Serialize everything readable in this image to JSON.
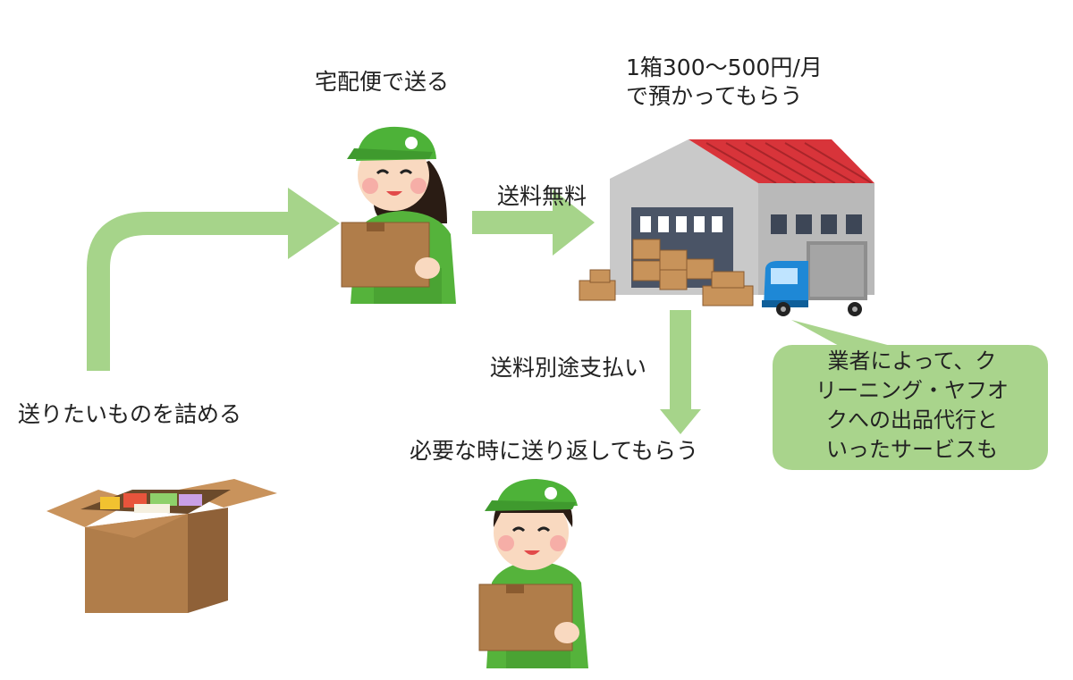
{
  "labels": {
    "pack": "送りたいものを詰める",
    "send_by_courier": "宅配便で送る",
    "shipping_free": "送料無料",
    "storage_price_line1": "1箱300〜500円/月",
    "storage_price_line2": "で預かってもらう",
    "shipping_paid": "送料別途支払い",
    "return_when_needed": "必要な時に送り返してもらう"
  },
  "bubble": {
    "lines": [
      "業者によって、ク",
      "リーニング・ヤフオ",
      "クへの出品代行と",
      "いったサービスも"
    ]
  },
  "colors": {
    "arrow": "#a6d48a",
    "bubble": "#a9d48c",
    "uniform_green": "#55b33b",
    "box_brown": "#b07d4a",
    "roof_red": "#d8343a",
    "warehouse_gray": "#c9c9c9",
    "truck_blue": "#1e88d6"
  }
}
